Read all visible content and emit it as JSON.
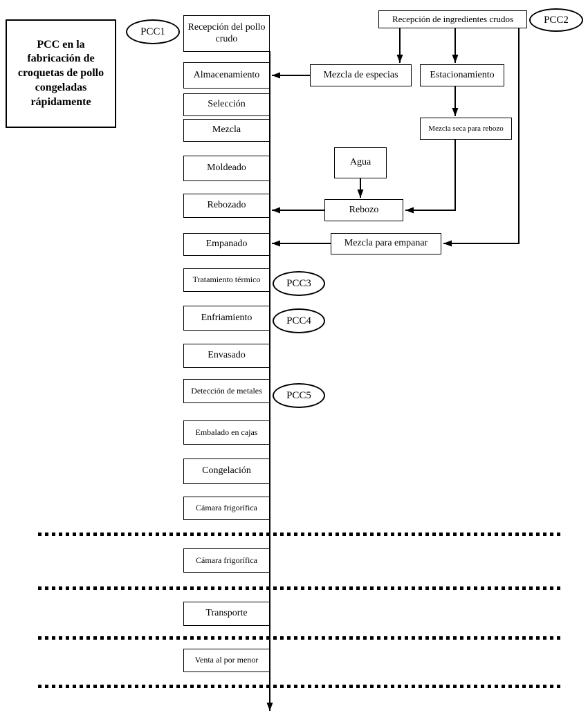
{
  "title": "PCC en la fabricación de croquetas de pollo congeladas rápidamente",
  "main_flow": {
    "steps": [
      {
        "label": "Recepción del pollo crudo"
      },
      {
        "label": "Almacenamiento"
      },
      {
        "label": "Selección"
      },
      {
        "label": "Mezcla"
      },
      {
        "label": "Moldeado"
      },
      {
        "label": "Rebozado"
      },
      {
        "label": "Empanado"
      },
      {
        "label": "Tratamiento térmico"
      },
      {
        "label": "Enfriamiento"
      },
      {
        "label": "Envasado"
      },
      {
        "label": "Detección de metales"
      },
      {
        "label": "Embalado en cajas"
      },
      {
        "label": "Congelación"
      },
      {
        "label": "Cámara frigorífica"
      },
      {
        "label": "Cámara frigorífica"
      },
      {
        "label": "Transporte"
      },
      {
        "label": "Venta al por menor"
      }
    ]
  },
  "ingredients_flow": {
    "reception": "Recepción de ingredientes crudos",
    "spice_mix": "Mezcla de especias",
    "conditioning": "Estacionamiento",
    "dry_mix": "Mezcla seca para rebozo",
    "water": "Agua",
    "batter": "Rebozo",
    "breading_mix": "Mezcla para empanar"
  },
  "pcc": {
    "pcc1": "PCC1",
    "pcc2": "PCC2",
    "pcc3": "PCC3",
    "pcc4": "PCC4",
    "pcc5": "PCC5"
  },
  "colors": {
    "line": "#000000",
    "background": "#ffffff"
  }
}
